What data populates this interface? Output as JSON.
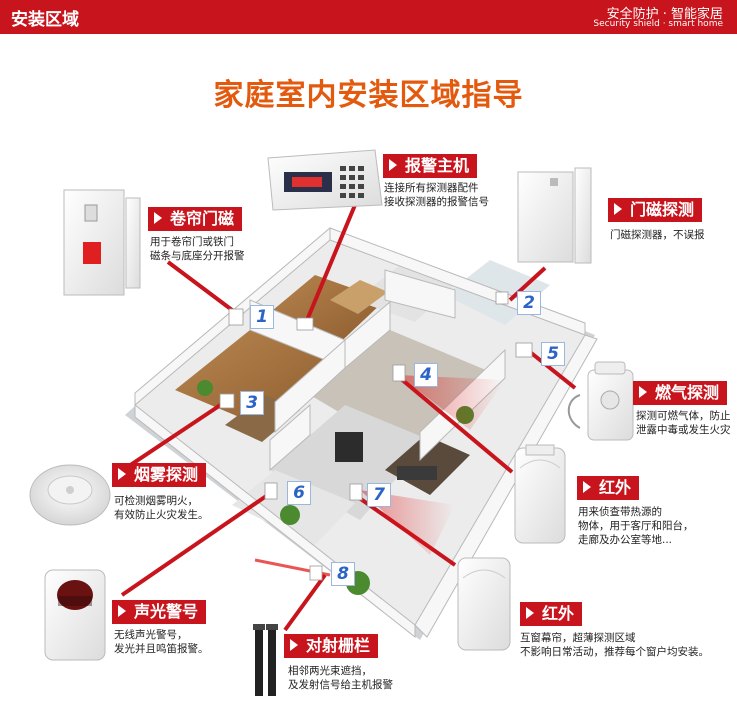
{
  "header": {
    "left_title": "安装区域",
    "right_cn": "安全防护 · 智能家居",
    "right_en": "Security shield · smart home"
  },
  "title": "家庭室内安装区域指导",
  "devices": [
    {
      "key": "rolling_door",
      "name": "卷帘门磁",
      "desc": [
        "用于卷帘门或铁门",
        "磁条与底座分开报警"
      ],
      "number": "1"
    },
    {
      "key": "alarm_host",
      "name": "报警主机",
      "desc": [
        "连接所有探测器配件",
        "接收探测器的报警信号"
      ],
      "number": ""
    },
    {
      "key": "door_magnetic",
      "name": "门磁探测",
      "desc": [
        "门磁探测器，不误报"
      ],
      "number": "2"
    },
    {
      "key": "smoke",
      "name": "烟雾探测",
      "desc": [
        "可检测烟雾明火，",
        "有效防止火灾发生。"
      ],
      "number": "3"
    },
    {
      "key": "gas",
      "name": "燃气探测",
      "desc": [
        "探测可燃气体，防止",
        "泄露中毒或发生火灾"
      ],
      "number": "5"
    },
    {
      "key": "infrared1",
      "name": "红外",
      "desc": [
        "用来侦查带热源的",
        "物体，用于客厅和阳台，",
        "走廊及办公室等地..."
      ],
      "number": "4"
    },
    {
      "key": "siren",
      "name": "声光警号",
      "desc": [
        "无线声光警号，",
        "发光并且鸣笛报警。"
      ],
      "number": "6"
    },
    {
      "key": "infrared2",
      "name": "红外",
      "desc": [
        "互窗幕帘，超薄探测区域",
        "不影响日常活动，推荐每个窗户均安装。"
      ],
      "number": "7"
    },
    {
      "key": "beam",
      "name": "对射栅栏",
      "desc": [
        "相邻两光束遮挡，",
        "及发射信号给主机报警"
      ],
      "number": "8"
    }
  ],
  "colors": {
    "header_red": "#c8141c",
    "title_orange": "#e35a0f",
    "number_blue": "#2b63c6"
  }
}
